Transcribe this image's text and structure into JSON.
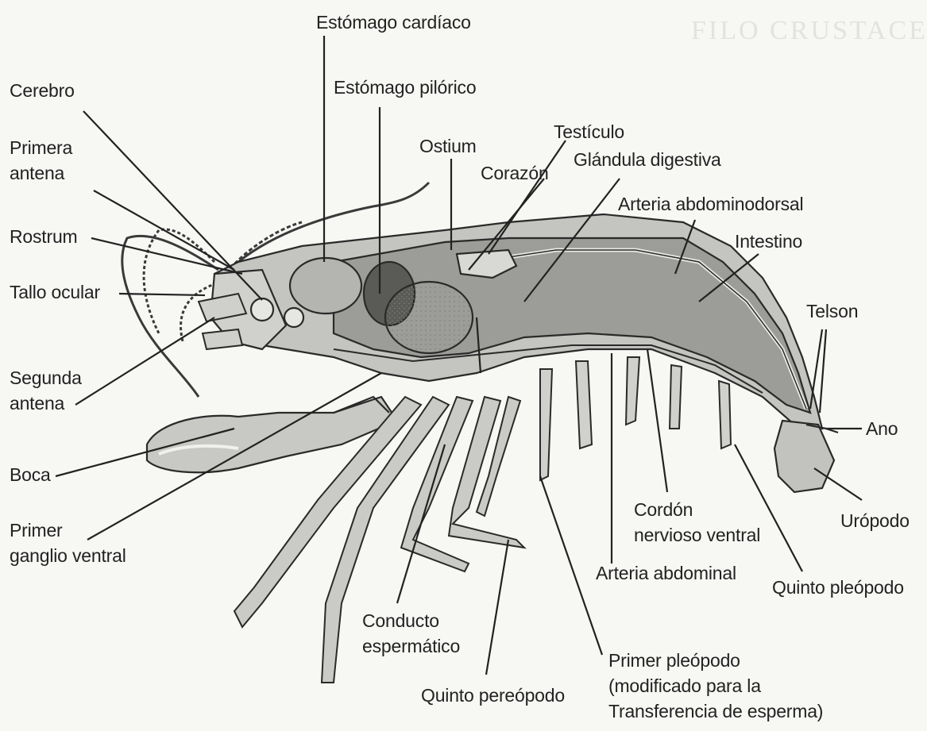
{
  "labels": {
    "estomago_cardiaco": "Estómago cardíaco",
    "cerebro": "Cerebro",
    "estomago_pilorico": "Estómago pilórico",
    "primera_antena_1": "Primera",
    "primera_antena_2": "antena",
    "ostium": "Ostium",
    "testiculo": "Testículo",
    "corazon": "Corazón",
    "glandula_digestiva": "Glándula digestiva",
    "arteria_abdominodorsal": "Arteria abdominodorsal",
    "rostrum": "Rostrum",
    "intestino": "Intestino",
    "tallo_ocular": "Tallo ocular",
    "telson": "Telson",
    "segunda_antena_1": "Segunda",
    "segunda_antena_2": "antena",
    "ano": "Ano",
    "boca": "Boca",
    "primer_ganglio_1": "Primer",
    "primer_ganglio_2": "ganglio ventral",
    "cordon_1": "Cordón",
    "cordon_2": "nervioso ventral",
    "uropodo": "Urópodo",
    "arteria_abdominal": "Arteria abdominal",
    "quinto_pleopodo": "Quinto pleópodo",
    "conducto_1": "Conducto",
    "conducto_2": "espermático",
    "primer_pleopodo_1": "Primer pleópodo",
    "primer_pleopodo_2": "(modificado para la",
    "primer_pleopodo_3": "Transferencia de esperma)",
    "quinto_pereopodo": "Quinto pereópodo"
  },
  "background_text": "FILO CRUSTACEA",
  "colors": {
    "background": "#f7f7f4",
    "body_fill": "#bdbdb9",
    "body_dark": "#8e8e8a",
    "line": "#2a2a2a"
  }
}
